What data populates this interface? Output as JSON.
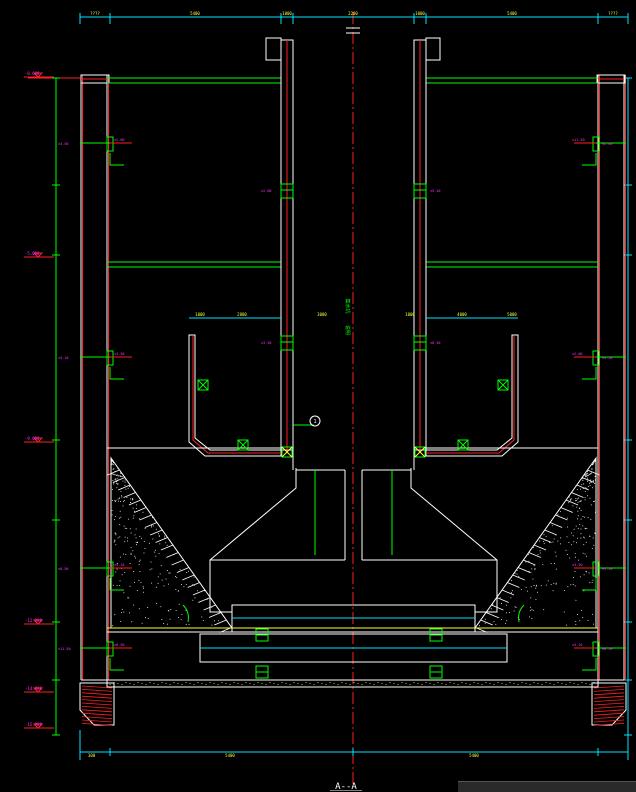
{
  "drawing": {
    "section_title": "A--A",
    "colors": {
      "background": "#000000",
      "wall_white": "#ffffff",
      "wall_red": "#ff2020",
      "green": "#00ff00",
      "cyan": "#00e5ff",
      "yellow": "#ffff33",
      "magenta": "#ff33ff"
    },
    "dims_top": [
      "????",
      "5400",
      "1000",
      "2200",
      "1000",
      "5400",
      "????"
    ],
    "dims_bottom": [
      "300",
      "5400",
      "5400"
    ],
    "dims_middle": [
      "1000",
      "2800",
      "3000",
      "1000",
      "4000",
      "5000"
    ],
    "level_marks_left": [
      "-0.600",
      "-5.000",
      "-9.000",
      "-12.000",
      "-14.000",
      "-15.900"
    ],
    "callouts": [
      "±2.60",
      "±3.50",
      "±5.10",
      "±8.50",
      "±11.50"
    ],
    "center_note": [
      "集水坑",
      "说明"
    ],
    "axis_tag": "1"
  }
}
